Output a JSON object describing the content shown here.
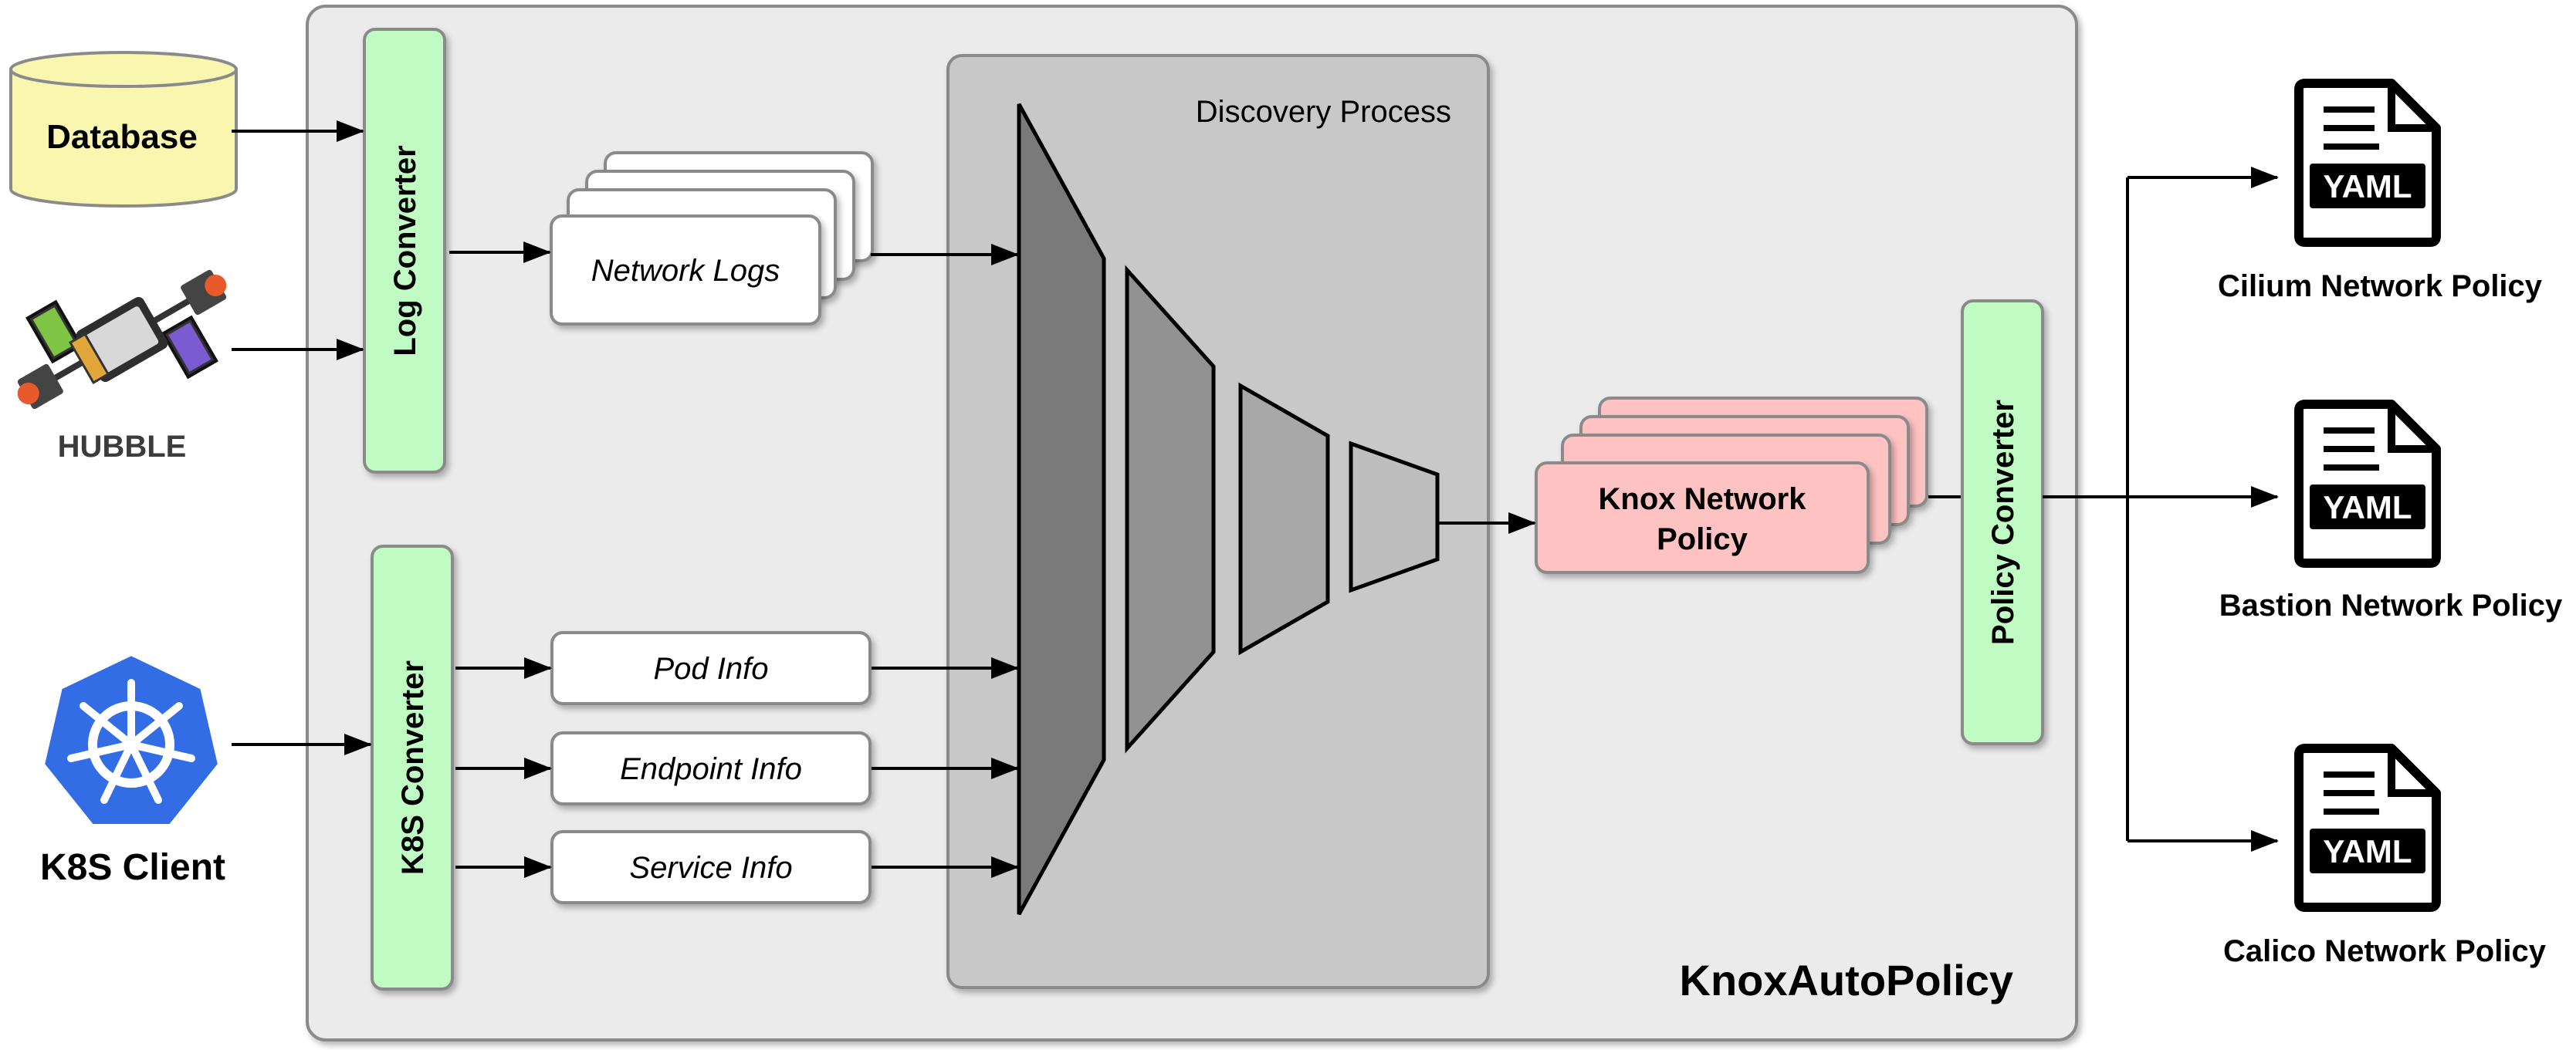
{
  "container_title": "KnoxAutoPolicy",
  "discovery_title": "Discovery Process",
  "sources": {
    "database": "Database",
    "hubble": "HUBBLE",
    "k8s_client": "K8S Client"
  },
  "converters": {
    "log": "Log Converter",
    "k8s": "K8S Converter",
    "policy": "Policy Converter"
  },
  "inputs": {
    "network_logs": "Network Logs",
    "pod_info": "Pod Info",
    "endpoint_info": "Endpoint Info",
    "service_info": "Service Info"
  },
  "output_policy": {
    "line1": "Knox Network",
    "line2": "Policy"
  },
  "outputs": [
    {
      "badge": "YAML",
      "label": "Cilium Network Policy"
    },
    {
      "badge": "YAML",
      "label": "Bastion Network Policy"
    },
    {
      "badge": "YAML",
      "label": "Calico Network Policy"
    }
  ],
  "colors": {
    "container_fill": "#ebebeb",
    "discovery_fill": "#c8c8c8",
    "converter_fill": "#c0fbc4",
    "database_fill": "#f9f6b0",
    "policy_fill": "#ffc2c2",
    "k8s_blue": "#326de6",
    "funnel_1": "#7a7a7a",
    "funnel_2": "#929292",
    "funnel_3": "#a8a8a8",
    "funnel_4": "#bebebe"
  }
}
